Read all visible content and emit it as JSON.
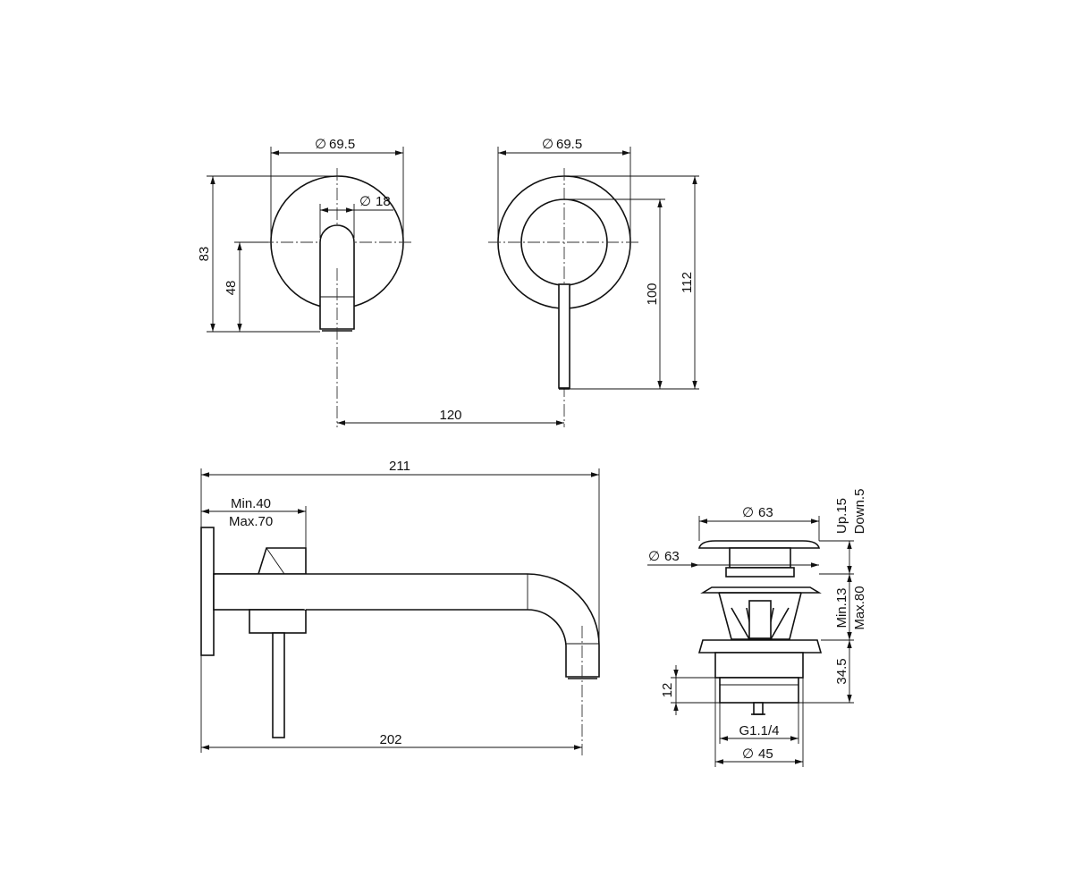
{
  "front_view": {
    "dia_outer": "69.5",
    "dia_lever": "18",
    "height_83": "83",
    "height_48": "48"
  },
  "rear_view": {
    "dia_outer": "69.5",
    "height_100": "100",
    "height_112": "112"
  },
  "spacing": "120",
  "side_view": {
    "length_211": "211",
    "min_label": "Min.40",
    "max_label": "Max.70",
    "length_202": "202"
  },
  "drain": {
    "dia_top": "63",
    "dia_second": "63",
    "up_label": "Up.15",
    "down_label": "Down.5",
    "min_label": "Min.13",
    "max_label": "Max.80",
    "height_345": "34.5",
    "height_12": "12",
    "thread": "G1.1/4",
    "dia_bottom": "45"
  },
  "symbols": {
    "diameter": "∅"
  }
}
